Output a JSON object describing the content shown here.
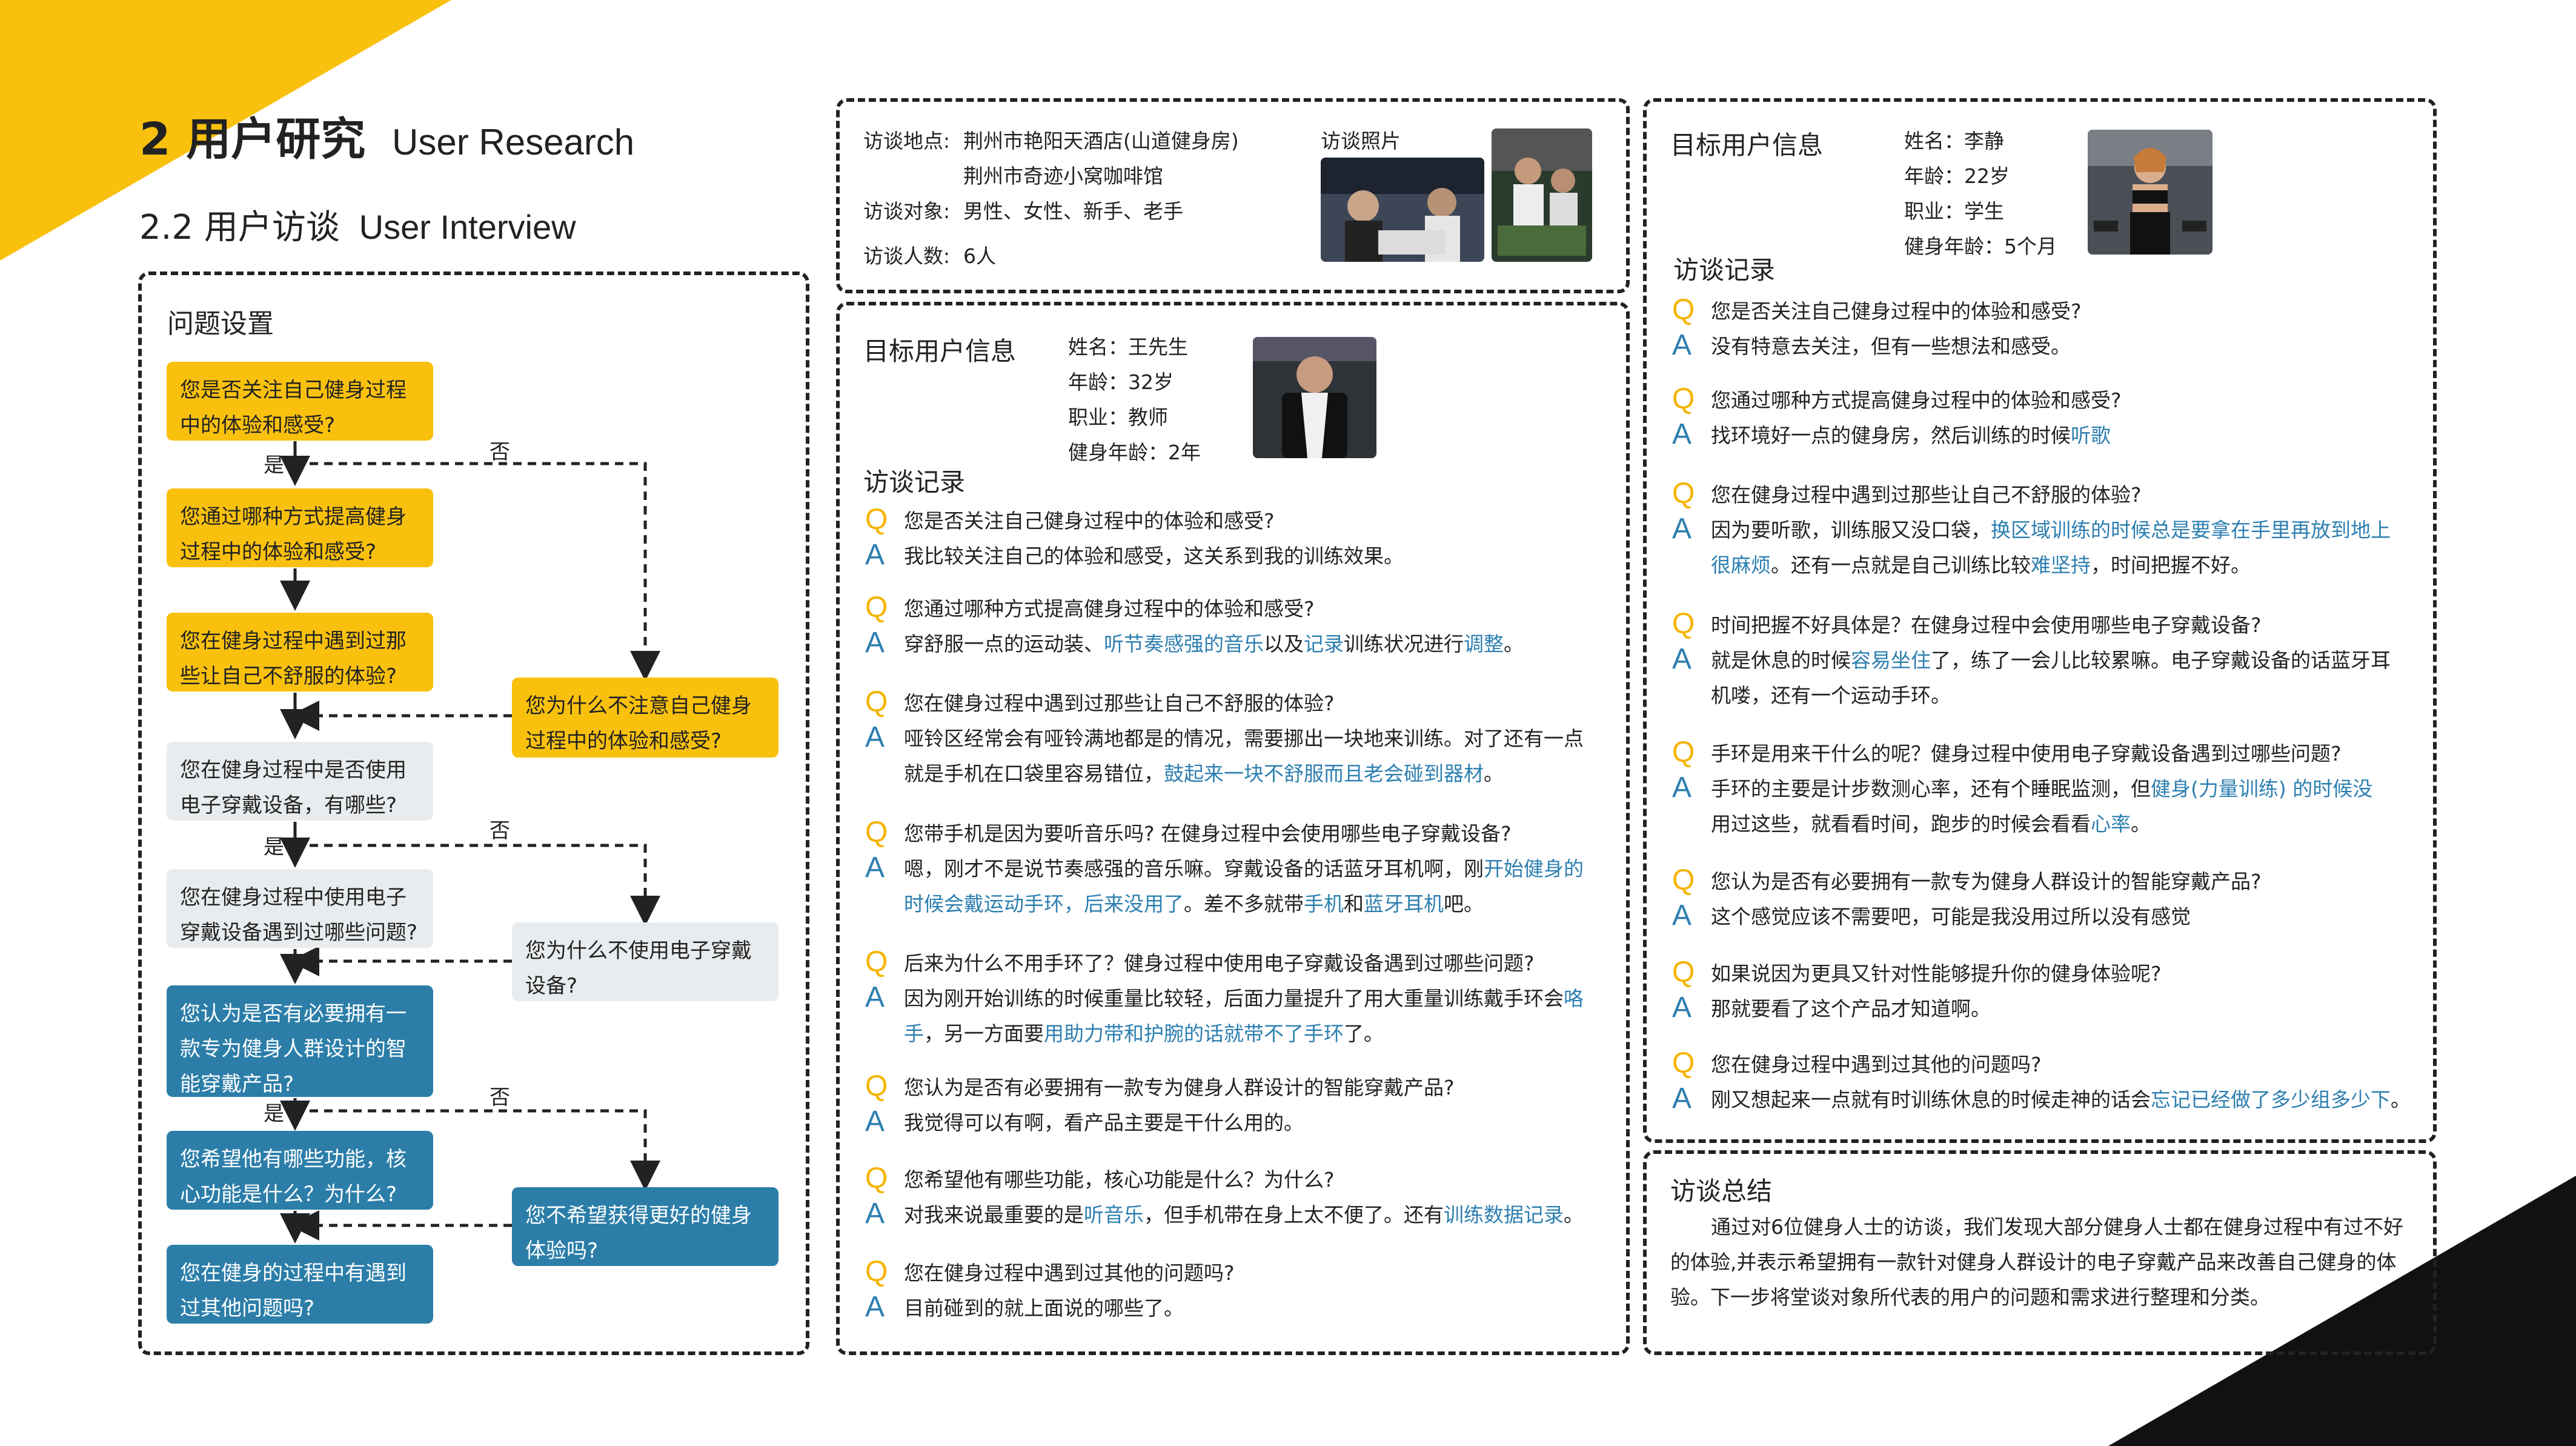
{
  "header": {
    "title_cn": "2 用户研究",
    "title_en": "User Research",
    "subtitle_cn": "2.2 用户访谈",
    "subtitle_en": "User Interview"
  },
  "colors": {
    "accent_yellow": "#f9c10e",
    "accent_blue": "#2c7ea9",
    "gray_box": "#e9ecee",
    "highlight_text": "#2d7fb0"
  },
  "flow": {
    "title": "问题设置",
    "boxes": {
      "b1": "您是否关注自己健身过程中的体验和感受?",
      "b2": "您通过哪种方式提高健身过程中的体验和感受?",
      "b3": "您在健身过程中遇到过那些让自己不舒服的体验?",
      "b4": "您为什么不注意自己健身过程中的体验和感受?",
      "b5": "您在健身过程中是否使用电子穿戴设备，有哪些?",
      "b6": "您在健身过程中使用电子穿戴设备遇到过哪些问题?",
      "b7": "您为什么不使用电子穿戴设备?",
      "b8": "您认为是否有必要拥有一款专为健身人群设计的智能穿戴产品?",
      "b9": "您希望他有哪些功能，核心功能是什么？为什么?",
      "b10": "您不希望获得更好的健身体验吗?",
      "b11": "您在健身的过程中有遇到过其他问题吗?"
    },
    "yes": "是",
    "no": "否"
  },
  "info": {
    "location_label": "访谈地点:",
    "location_1": "荆州市艳阳天酒店(山道健身房)",
    "location_2": "荆州市奇迹小窝咖啡馆",
    "target_label": "访谈对象:",
    "target_value": "男性、女性、新手、老手",
    "count_label": "访谈人数:",
    "count_value": "6人",
    "photos_label": "访谈照片"
  },
  "user1": {
    "section": "目标用户信息",
    "name": "姓名：王先生",
    "age": "年龄：32岁",
    "job": "职业：教师",
    "years": "健身年龄：2年",
    "record": "访谈记录",
    "qa": [
      {
        "q": "您是否关注自己健身过程中的体验和感受?",
        "a": [
          [
            "我比较关注自己的体验和感受，这关系到我的训练效果。",
            ""
          ]
        ]
      },
      {
        "q": "您通过哪种方式提高健身过程中的体验和感受?",
        "a": [
          [
            "穿舒服一点的运动装、",
            "听节奏感强的音乐",
            "以及",
            "记录",
            "训练状况进行",
            "调整",
            "。"
          ]
        ]
      },
      {
        "q": "您在健身过程中遇到过那些让自己不舒服的体验?",
        "a": [
          [
            "哑铃区经常会有哑铃满地都是的情况，需要挪出一块地来训练。对了还有一点"
          ],
          [
            "就是手机在口袋里容易错位，",
            "鼓起来一块不舒服而且老会碰到器材",
            "。"
          ]
        ]
      },
      {
        "q": "您带手机是因为要听音乐吗?  在健身过程中会使用哪些电子穿戴设备?",
        "a": [
          [
            "嗯，刚才不是说节奏感强的音乐嘛。穿戴设备的话蓝牙耳机啊，刚",
            "开始健身的"
          ],
          [
            "",
            "时候会戴运动手环，后来没用了",
            "。差不多就带",
            "手机",
            "和",
            "蓝牙耳机",
            "吧。"
          ]
        ]
      },
      {
        "q": "后来为什么不用手环了？健身过程中使用电子穿戴设备遇到过哪些问题?",
        "a": [
          [
            "因为刚开始训练的时候重量比较轻，后面力量提升了用大重量训练戴手环会",
            "咯"
          ],
          [
            "",
            "手",
            "，另一方面要",
            "用助力带和护腕的话就带不了手环",
            "了。"
          ]
        ]
      },
      {
        "q": "您认为是否有必要拥有一款专为健身人群设计的智能穿戴产品?",
        "a": [
          [
            "我觉得可以有啊，看产品主要是干什么用的。"
          ]
        ]
      },
      {
        "q": "您希望他有哪些功能，核心功能是什么？为什么?",
        "a": [
          [
            "对我来说最重要的是",
            "听音乐",
            "，但手机带在身上太不便了。还有",
            "训练数据记录",
            "。"
          ]
        ]
      },
      {
        "q": "您在健身过程中遇到过其他的问题吗?",
        "a": [
          [
            "目前碰到的就上面说的哪些了。"
          ]
        ]
      }
    ]
  },
  "user2": {
    "section": "目标用户信息",
    "name": "姓名：李静",
    "age": "年龄：22岁",
    "job": "职业：学生",
    "years": "健身年龄：5个月",
    "record": "访谈记录",
    "qa": [
      {
        "q": "您是否关注自己健身过程中的体验和感受?",
        "a": [
          [
            "没有特意去关注，但有一些想法和感受。"
          ]
        ]
      },
      {
        "q": "您通过哪种方式提高健身过程中的体验和感受?",
        "a": [
          [
            "找环境好一点的健身房，然后训练的时候",
            "听歌"
          ]
        ]
      },
      {
        "q": "您在健身过程中遇到过那些让自己不舒服的体验?",
        "a": [
          [
            "因为要听歌，训练服又没口袋，",
            "换区域训练的时候总是要拿在手里再放到地上"
          ],
          [
            "",
            "很麻烦",
            "。还有一点就是自己训练比较",
            "难坚持",
            "，时间把握不好。"
          ]
        ]
      },
      {
        "q": "时间把握不好具体是？在健身过程中会使用哪些电子穿戴设备?",
        "a": [
          [
            "就是休息的时候",
            "容易坐住",
            "了，练了一会儿比较累嘛。电子穿戴设备的话蓝牙耳"
          ],
          [
            "机喽，还有一个运动手环。"
          ]
        ]
      },
      {
        "q": "手环是用来干什么的呢？健身过程中使用电子穿戴设备遇到过哪些问题?",
        "a": [
          [
            "手环的主要是计步数测心率，还有个睡眠监测，但",
            "健身(力量训练) 的时候没"
          ],
          [
            "用过这些，就看看时间，跑步的时候会看看",
            "心率",
            "。"
          ]
        ]
      },
      {
        "q": "您认为是否有必要拥有一款专为健身人群设计的智能穿戴产品?",
        "a": [
          [
            "这个感觉应该不需要吧，可能是我没用过所以没有感觉"
          ]
        ]
      },
      {
        "q": "如果说因为更具又针对性能够提升你的健身体验呢?",
        "a": [
          [
            "那就要看了这个产品才知道啊。"
          ]
        ]
      },
      {
        "q": "您在健身过程中遇到过其他的问题吗?",
        "a": [
          [
            "刚又想起来一点就有时训练休息的时候走神的话会",
            "忘记已经做了多少组多少下",
            "。"
          ]
        ]
      }
    ]
  },
  "summary": {
    "title": "访谈总结",
    "lines": [
      "通过对6位健身人士的访谈，我们发现大部分健身人士都在健身过程中有过不好",
      "的体验,并表示希望拥有一款针对健身人群设计的电子穿戴产品来改善自己健身的体",
      "验。下一步将堂谈对象所代表的用户的问题和需求进行整理和分类。"
    ]
  }
}
